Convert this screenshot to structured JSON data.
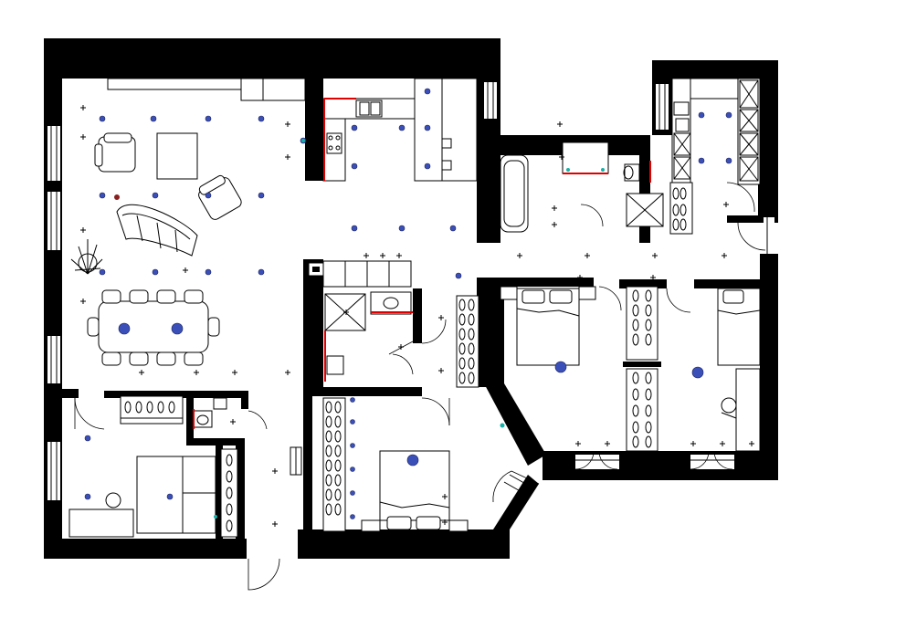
{
  "plan": {
    "colors": {
      "wall": "#000000",
      "background": "#ffffff",
      "accent_red": "#e00000",
      "light_fixture": "#3b4fb8",
      "teal_marker": "#18b0a8"
    },
    "rooms": [
      "living-room",
      "dining-area",
      "kitchen",
      "bathroom-upper",
      "utility-kitchenette",
      "wardrobe-upper",
      "bathroom-middle",
      "bedroom-left-master",
      "bedroom-middle",
      "bedroom-right",
      "study-guest-room",
      "entrance-hall"
    ],
    "dining_chairs": 10,
    "double_beds": 3
  }
}
